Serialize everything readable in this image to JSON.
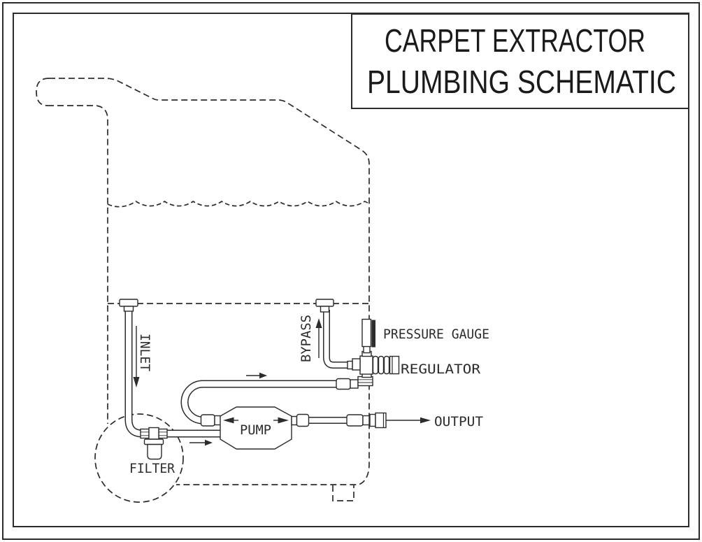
{
  "title_block": {
    "line1": "CARPET EXTRACTOR",
    "line2": "PLUMBING SCHEMATIC"
  },
  "labels": {
    "inlet": "INLET",
    "filter": "FILTER",
    "pump": "PUMP",
    "bypass": "BYPASS",
    "pressure_gauge": "PRESSURE GAUGE",
    "regulator": "REGULATOR",
    "output": "OUTPUT"
  },
  "components": [
    "tank (dashed outline with handle)",
    "water level line",
    "inlet pickup tube",
    "filter tee with bowl (circled callout)",
    "pump",
    "bypass loop to regulator",
    "pressure gauge",
    "regulator",
    "bypass return fitting",
    "output hose through tank wall"
  ],
  "colors": {
    "line": "#2c2c2c",
    "background": "#ffffff"
  }
}
